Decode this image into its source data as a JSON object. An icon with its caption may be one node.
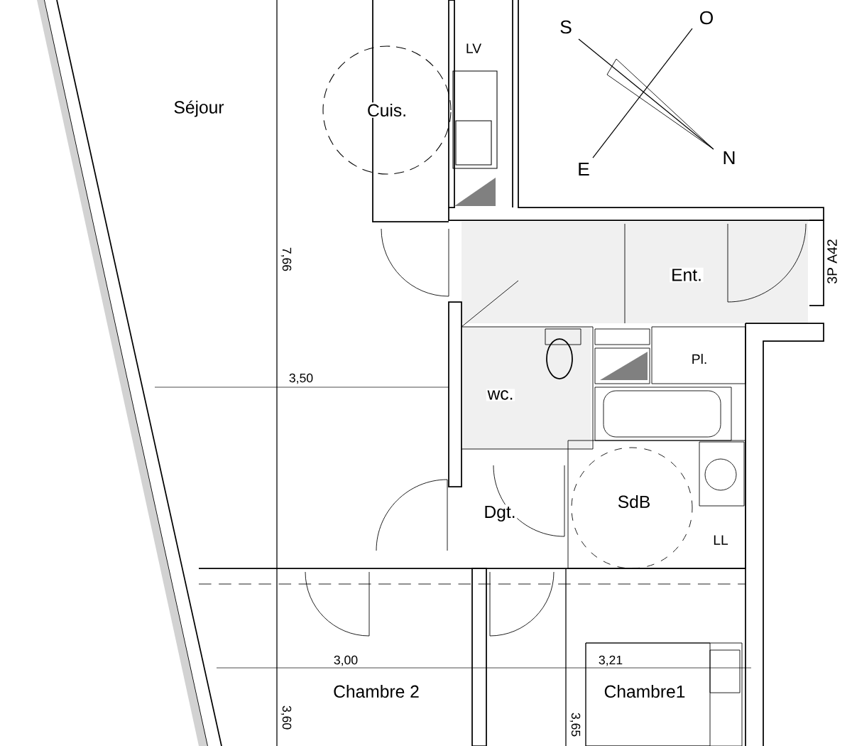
{
  "diagram": {
    "labels": [
      "Séjour",
      "Cuis.",
      "LV",
      "S",
      "O",
      "E",
      "N",
      "Ent.",
      "3P A42",
      "7,66",
      "3,50",
      "Pl.",
      "wc.",
      "Dgt.",
      "SdB",
      "LL",
      "3,00",
      "3,21",
      "Chambre 2",
      "Chambre1",
      "3,60",
      "3,65"
    ]
  }
}
